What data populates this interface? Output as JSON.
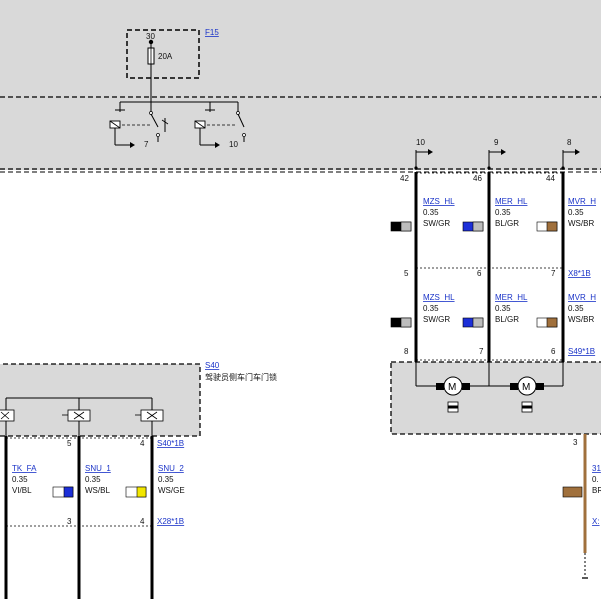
{
  "colors": {
    "panel_fill": "#d9d9d9",
    "wire": "#000000",
    "wire_brown": "#a0703c",
    "link": "#1a33c8",
    "swatch_blue": "#1c2fd8",
    "swatch_brown": "#a0703c",
    "swatch_black": "#000000",
    "swatch_yellow": "#f2e600",
    "swatch_grey": "#bdbdbd"
  },
  "fuse": {
    "terminal": "30",
    "rating": "20A",
    "ref": "F15",
    "relay_pin_left": "7",
    "relay_pin_right": "10"
  },
  "top_connectors": [
    {
      "pin": "10"
    },
    {
      "pin": "9"
    },
    {
      "pin": "8"
    }
  ],
  "right_wires_upper": [
    {
      "pin_top": "42",
      "name": "MZS_HL",
      "size": "0.35",
      "color": "SW/GR",
      "pin_bottom": "5"
    },
    {
      "pin_top": "46",
      "name": "MER_HL",
      "size": "0.35",
      "color": "BL/GR",
      "pin_bottom": "6"
    },
    {
      "pin_top": "44",
      "name": "MVR_H",
      "size": "0.35",
      "color": "WS/BR",
      "pin_bottom": "7"
    }
  ],
  "right_wires_lower": [
    {
      "name": "MZS_HL",
      "size": "0.35",
      "color": "SW/GR",
      "pin_bottom": "8"
    },
    {
      "name": "MER_HL",
      "size": "0.35",
      "color": "BL/GR",
      "pin_bottom": "7"
    },
    {
      "name": "MVR_H",
      "size": "0.35",
      "color": "WS/BR",
      "pin_bottom": "6"
    }
  ],
  "connector_x8": "X8*1B",
  "connector_s49": "S49*1B",
  "s40": {
    "ref": "S40",
    "description": "驾驶员侧车门车门锁",
    "connector": "S40*1B"
  },
  "left_wires": [
    {
      "pin_top": "5",
      "name": "TK_FA",
      "size": "0.35",
      "color": "VI/BL",
      "pin_bottom": "3"
    },
    {
      "pin_top": "4",
      "name": "SNU_1",
      "size": "0.35",
      "color": "WS/BL",
      "pin_bottom": "4"
    },
    {
      "name": "SNU_2",
      "size": "0.35",
      "color": "WS/GE"
    }
  ],
  "connector_x28": "X28*1B",
  "brown_wire": {
    "pin_top": "3",
    "name": "31",
    "size": "0.",
    "color": "BR",
    "connector": "X:"
  }
}
